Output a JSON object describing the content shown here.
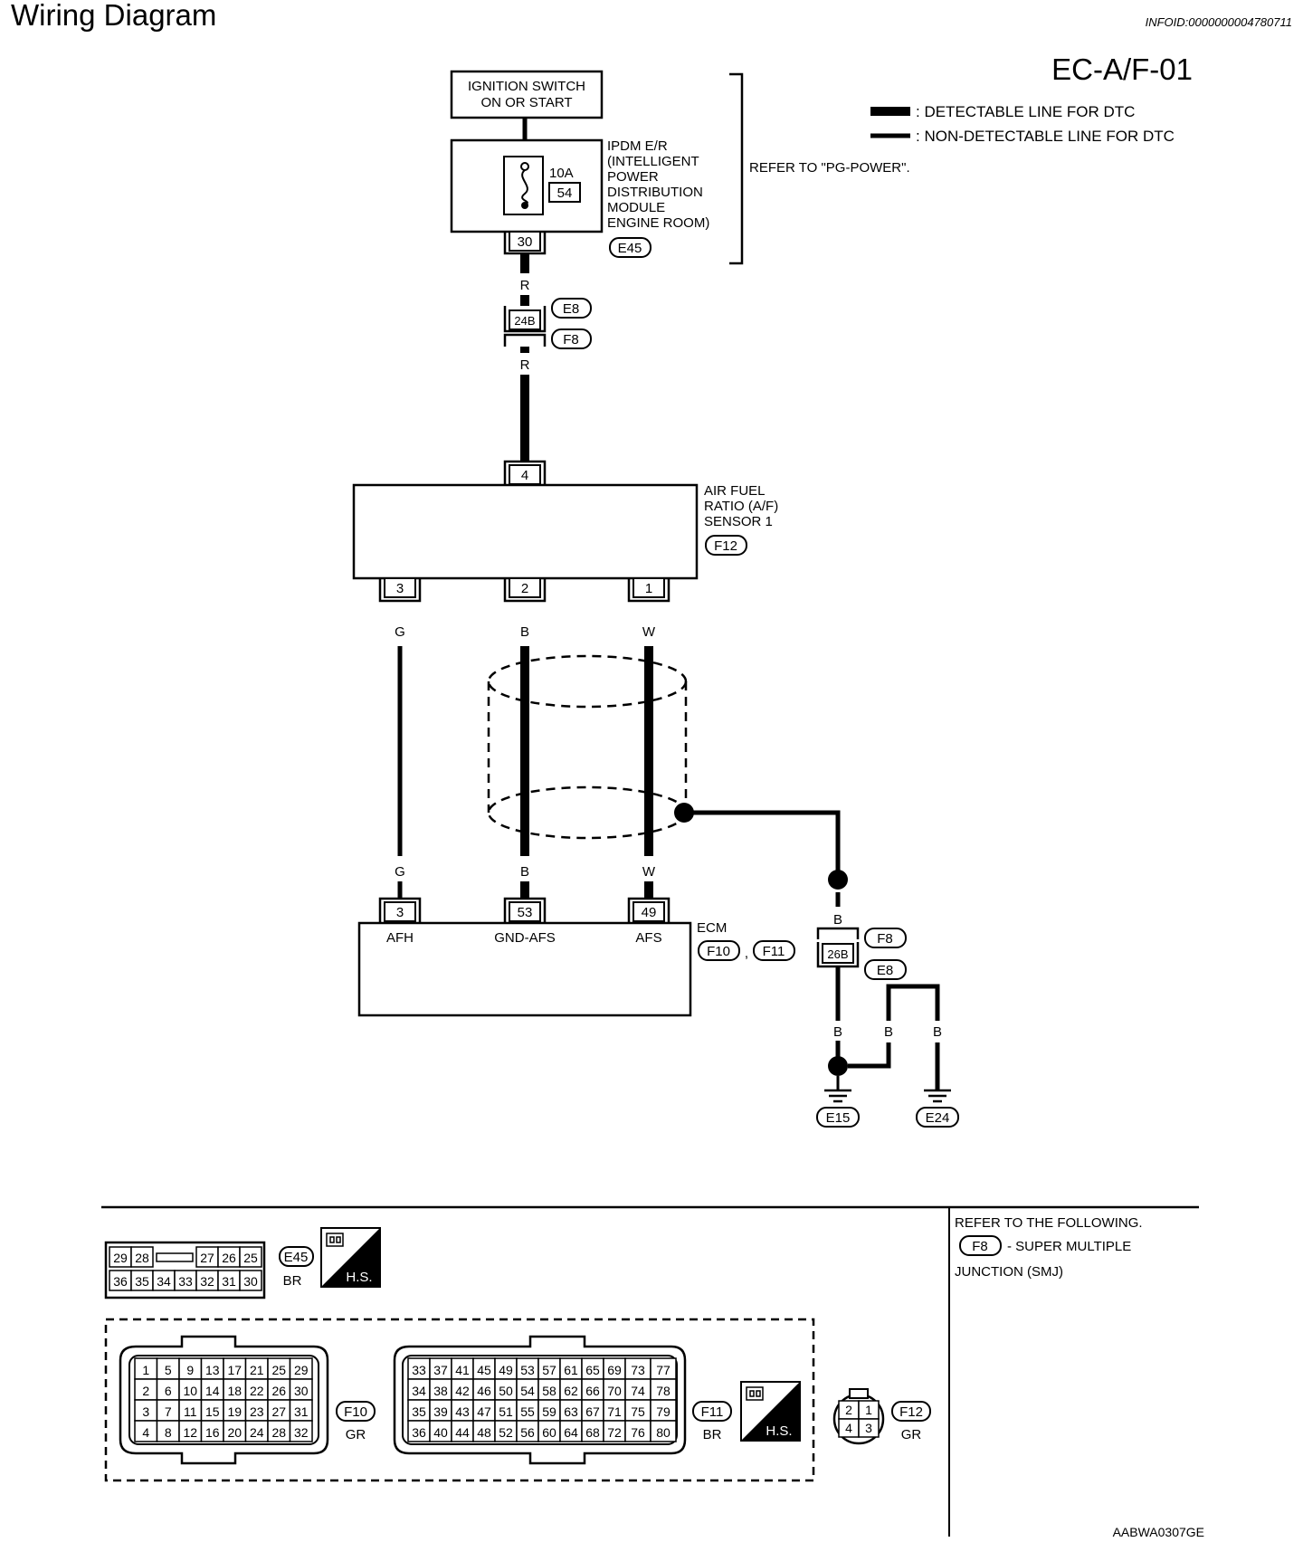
{
  "header": {
    "title": "Wiring Diagram",
    "info_id": "INFOID:0000000004780711",
    "diagram_code": "EC-A/F-01",
    "footer_code": "AABWA0307GE"
  },
  "legend": {
    "detectable": ": DETECTABLE LINE FOR DTC",
    "non_detectable": ": NON-DETECTABLE LINE FOR DTC"
  },
  "power": {
    "ignition_line1": "IGNITION SWITCH",
    "ignition_line2": "ON OR START",
    "ipdm_lines": [
      "IPDM E/R",
      "(INTELLIGENT",
      "POWER",
      "DISTRIBUTION",
      "MODULE",
      "ENGINE ROOM)"
    ],
    "fuse_rating": "10A",
    "fuse_number": "54",
    "ipdm_pin": "30",
    "ipdm_connector": "E45",
    "refer_note": "REFER TO \"PG-POWER\"."
  },
  "junction_upper": {
    "wire_color_above": "R",
    "terminal": "24B",
    "connectors": [
      "E8",
      "F8"
    ],
    "wire_color_below": "R"
  },
  "af_sensor": {
    "lines": [
      "AIR FUEL",
      "RATIO (A/F)",
      "SENSOR 1"
    ],
    "connector": "F12",
    "power_pin": "4",
    "pins": [
      "3",
      "2",
      "1"
    ],
    "wire_colors": [
      "G",
      "B",
      "W"
    ]
  },
  "ecm": {
    "label": "ECM",
    "connectors": [
      "F10",
      "F11"
    ],
    "separator": ",",
    "pins": [
      "3",
      "53",
      "49"
    ],
    "wire_colors": [
      "G",
      "B",
      "W"
    ],
    "signal_names": [
      "AFH",
      "GND-AFS",
      "AFS"
    ]
  },
  "ground": {
    "wire_color_shield": "B",
    "terminal": "26B",
    "connectors": [
      "F8",
      "E8"
    ],
    "wire_colors_lower": [
      "B",
      "B",
      "B"
    ],
    "grounds": [
      "E15",
      "E24"
    ]
  },
  "connector_views": {
    "e45": {
      "id": "E45",
      "color": "BR",
      "row1": [
        "29",
        "28",
        "",
        "27",
        "26",
        "25"
      ],
      "row2": [
        "36",
        "35",
        "34",
        "33",
        "32",
        "31",
        "30"
      ]
    },
    "hs_label": "H.S.",
    "f10": {
      "id": "F10",
      "color": "GR",
      "rows": [
        [
          "1",
          "5",
          "9",
          "13",
          "17",
          "21",
          "25",
          "29"
        ],
        [
          "2",
          "6",
          "10",
          "14",
          "18",
          "22",
          "26",
          "30"
        ],
        [
          "3",
          "7",
          "11",
          "15",
          "19",
          "23",
          "27",
          "31"
        ],
        [
          "4",
          "8",
          "12",
          "16",
          "20",
          "24",
          "28",
          "32"
        ]
      ]
    },
    "f11": {
      "id": "F11",
      "color": "BR",
      "rows": [
        [
          "33",
          "37",
          "41",
          "45",
          "49",
          "53",
          "57",
          "61",
          "65",
          "69",
          "73",
          "77"
        ],
        [
          "34",
          "38",
          "42",
          "46",
          "50",
          "54",
          "58",
          "62",
          "66",
          "70",
          "74",
          "78"
        ],
        [
          "35",
          "39",
          "43",
          "47",
          "51",
          "55",
          "59",
          "63",
          "67",
          "71",
          "75",
          "79"
        ],
        [
          "36",
          "40",
          "44",
          "48",
          "52",
          "56",
          "60",
          "64",
          "68",
          "72",
          "76",
          "80"
        ]
      ]
    },
    "f12": {
      "id": "F12",
      "color": "GR",
      "pins": [
        "2",
        "1",
        "4",
        "3"
      ]
    }
  },
  "reference": {
    "title": "REFER TO THE FOLLOWING.",
    "connector": "F8",
    "text1": "- SUPER MULTIPLE",
    "text2": "JUNCTION (SMJ)"
  }
}
